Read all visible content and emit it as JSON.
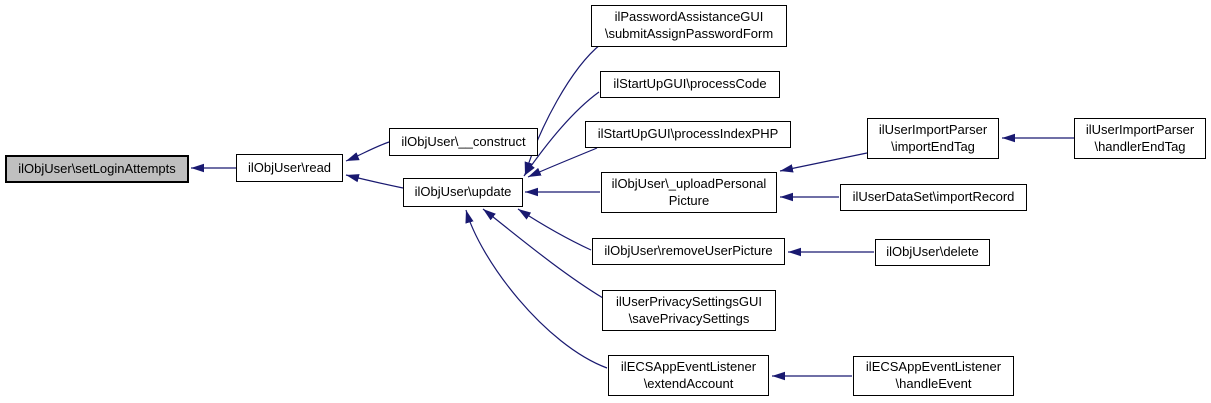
{
  "diagram": {
    "kind": "caller-graph",
    "colors": {
      "background": "#ffffff",
      "edge": "#191970",
      "node_border": "#000000",
      "node_fill": "#ffffff",
      "highlight_fill": "#bfbfbf"
    },
    "nodes": [
      {
        "id": "setLoginAttempts",
        "highlighted": true,
        "lines": [
          "ilObjUser\\setLoginAttempts"
        ]
      },
      {
        "id": "read",
        "highlighted": false,
        "lines": [
          "ilObjUser\\read"
        ]
      },
      {
        "id": "construct",
        "highlighted": false,
        "lines": [
          "ilObjUser\\__construct"
        ]
      },
      {
        "id": "update",
        "highlighted": false,
        "lines": [
          "ilObjUser\\update"
        ]
      },
      {
        "id": "submitAssignPasswordForm",
        "highlighted": false,
        "lines": [
          "ilPasswordAssistanceGUI",
          "\\submitAssignPasswordForm"
        ]
      },
      {
        "id": "processCode",
        "highlighted": false,
        "lines": [
          "ilStartUpGUI\\processCode"
        ]
      },
      {
        "id": "processIndexPHP",
        "highlighted": false,
        "lines": [
          "ilStartUpGUI\\processIndexPHP"
        ]
      },
      {
        "id": "uploadPersonalPicture",
        "highlighted": false,
        "lines": [
          "ilObjUser\\_uploadPersonal",
          "Picture"
        ]
      },
      {
        "id": "importEndTag",
        "highlighted": false,
        "lines": [
          "ilUserImportParser",
          "\\importEndTag"
        ]
      },
      {
        "id": "handlerEndTag",
        "highlighted": false,
        "lines": [
          "ilUserImportParser",
          "\\handlerEndTag"
        ]
      },
      {
        "id": "importRecord",
        "highlighted": false,
        "lines": [
          "ilUserDataSet\\importRecord"
        ]
      },
      {
        "id": "removeUserPicture",
        "highlighted": false,
        "lines": [
          "ilObjUser\\removeUserPicture"
        ]
      },
      {
        "id": "delete",
        "highlighted": false,
        "lines": [
          "ilObjUser\\delete"
        ]
      },
      {
        "id": "savePrivacySettings",
        "highlighted": false,
        "lines": [
          "ilUserPrivacySettingsGUI",
          "\\savePrivacySettings"
        ]
      },
      {
        "id": "extendAccount",
        "highlighted": false,
        "lines": [
          "ilECSAppEventListener",
          "\\extendAccount"
        ]
      },
      {
        "id": "handleEvent",
        "highlighted": false,
        "lines": [
          "ilECSAppEventListener",
          "\\handleEvent"
        ]
      }
    ],
    "edges": [
      {
        "from": "read",
        "to": "setLoginAttempts"
      },
      {
        "from": "construct",
        "to": "read"
      },
      {
        "from": "update",
        "to": "read"
      },
      {
        "from": "submitAssignPasswordForm",
        "to": "update"
      },
      {
        "from": "processCode",
        "to": "update"
      },
      {
        "from": "processIndexPHP",
        "to": "update"
      },
      {
        "from": "uploadPersonalPicture",
        "to": "update"
      },
      {
        "from": "removeUserPicture",
        "to": "update"
      },
      {
        "from": "savePrivacySettings",
        "to": "update"
      },
      {
        "from": "extendAccount",
        "to": "update"
      },
      {
        "from": "importEndTag",
        "to": "uploadPersonalPicture"
      },
      {
        "from": "importRecord",
        "to": "uploadPersonalPicture"
      },
      {
        "from": "handlerEndTag",
        "to": "importEndTag"
      },
      {
        "from": "delete",
        "to": "removeUserPicture"
      },
      {
        "from": "handleEvent",
        "to": "extendAccount"
      }
    ]
  }
}
